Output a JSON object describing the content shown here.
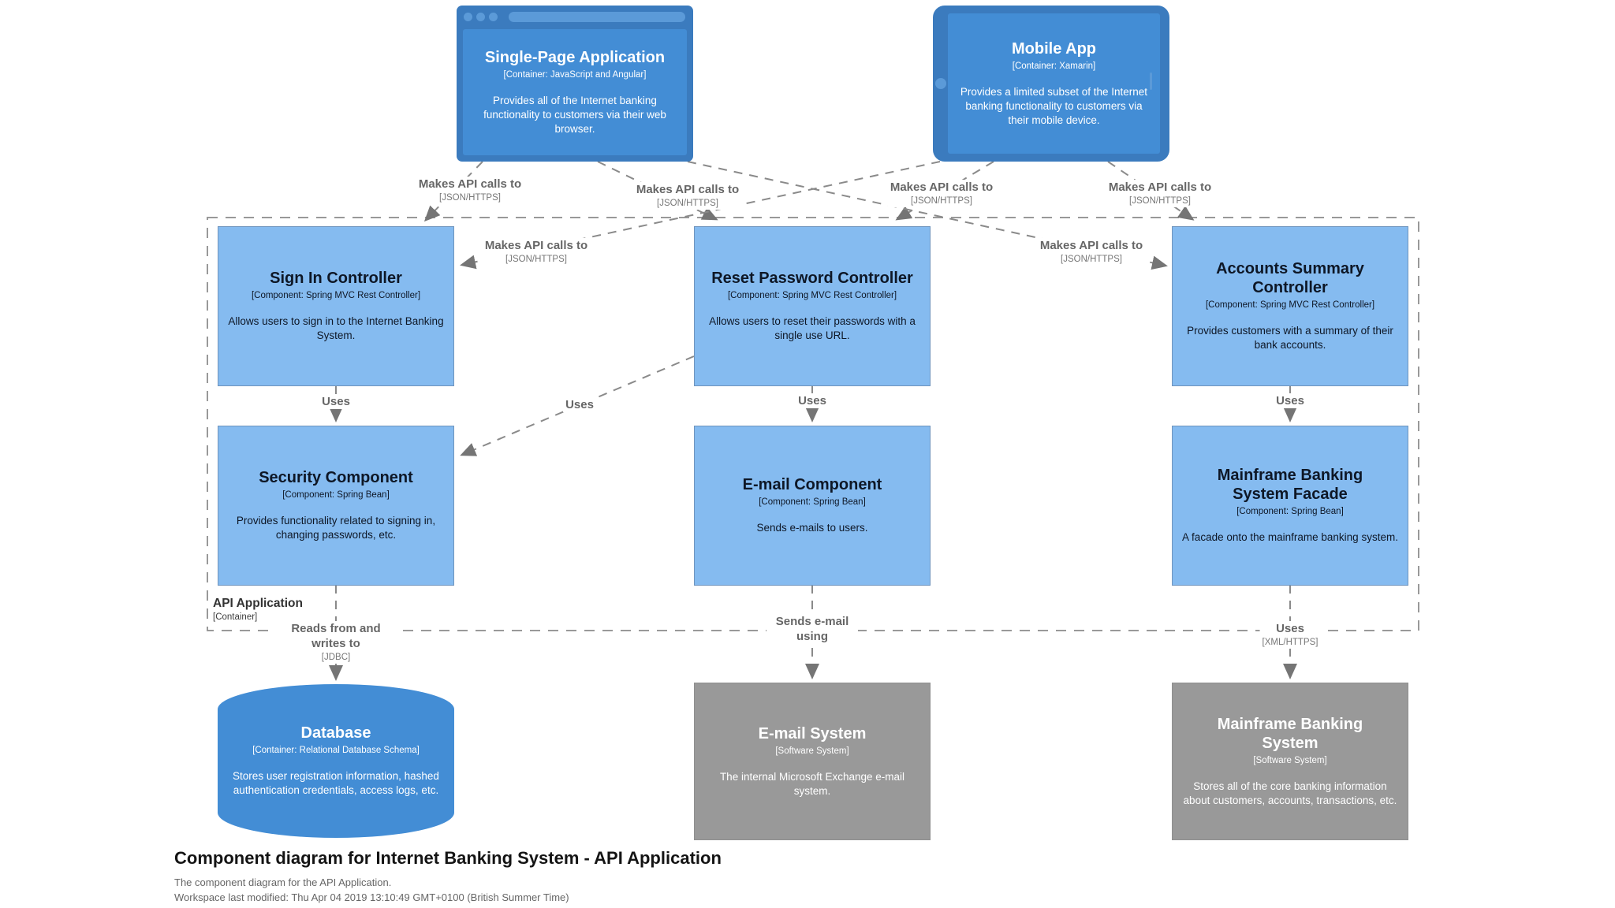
{
  "title_block": {
    "title": "Component diagram for Internet Banking System - API Application",
    "description": "The component diagram for the API Application.",
    "last_modified": "Workspace last modified: Thu Apr 04 2019 13:10:49 GMT+0100 (British Summer Time)"
  },
  "boundary": {
    "name": "API Application",
    "meta": "[Container]"
  },
  "nodes": {
    "spa": {
      "name": "Single-Page Application",
      "meta": "[Container: JavaScript and Angular]",
      "desc": "Provides all of the Internet banking functionality to customers via their web browser."
    },
    "mobile": {
      "name": "Mobile App",
      "meta": "[Container: Xamarin]",
      "desc": "Provides a limited subset of the Internet banking functionality to customers via their mobile device."
    },
    "signin": {
      "name": "Sign In Controller",
      "meta": "[Component: Spring MVC Rest Controller]",
      "desc": "Allows users to sign in to the Internet Banking System."
    },
    "resetpwd": {
      "name": "Reset Password Controller",
      "meta": "[Component: Spring MVC Rest Controller]",
      "desc": "Allows users to reset their passwords with a single use URL."
    },
    "accounts": {
      "name": "Accounts Summary Controller",
      "meta": "[Component: Spring MVC Rest Controller]",
      "desc": "Provides customers with a summary of their bank accounts."
    },
    "security": {
      "name": "Security Component",
      "meta": "[Component: Spring Bean]",
      "desc": "Provides functionality related to signing in, changing passwords, etc."
    },
    "email_component": {
      "name": "E-mail Component",
      "meta": "[Component: Spring Bean]",
      "desc": "Sends e-mails to users."
    },
    "facade": {
      "name": "Mainframe Banking System Facade",
      "meta": "[Component: Spring Bean]",
      "desc": "A facade onto the mainframe banking system."
    },
    "database": {
      "name": "Database",
      "meta": "[Container: Relational Database Schema]",
      "desc": "Stores user registration information, hashed authentication credentials, access logs, etc."
    },
    "email_system": {
      "name": "E-mail System",
      "meta": "[Software System]",
      "desc": "The internal Microsoft Exchange e-mail system."
    },
    "mainframe": {
      "name": "Mainframe Banking System",
      "meta": "[Software System]",
      "desc": "Stores all of the core banking information about customers, accounts, transactions, etc."
    }
  },
  "rels": {
    "spa_signin": {
      "label": "Makes API calls to",
      "tech": "[JSON/HTTPS]"
    },
    "spa_resetpwd": {
      "label": "Makes API calls to",
      "tech": "[JSON/HTTPS]"
    },
    "spa_accounts": {
      "label": "Makes API calls to",
      "tech": "[JSON/HTTPS]"
    },
    "mobile_signin": {
      "label": "Makes API calls to",
      "tech": "[JSON/HTTPS]"
    },
    "mobile_resetpwd": {
      "label": "Makes API calls to",
      "tech": "[JSON/HTTPS]"
    },
    "mobile_accounts": {
      "label": "Makes API calls to",
      "tech": "[JSON/HTTPS]"
    },
    "signin_security": {
      "label": "Uses"
    },
    "resetpwd_security": {
      "label": "Uses"
    },
    "resetpwd_email": {
      "label": "Uses"
    },
    "accounts_facade": {
      "label": "Uses"
    },
    "security_database": {
      "label": "Reads from and writes to",
      "tech": "[JDBC]"
    },
    "email_emailsystem": {
      "label": "Sends e-mail using"
    },
    "facade_mainframe": {
      "label": "Uses",
      "tech": "[XML/HTTPS]"
    }
  },
  "colors": {
    "container_blue": "#438dd5",
    "container_frame": "#3b7bbe",
    "container_accent": "#5b9ad8",
    "component_blue": "#85bbf0",
    "component_border": "#6f94bd",
    "external_gray": "#999999",
    "relationship_gray": "#8a8a8a",
    "arrow_gray": "#757575",
    "label_gray": "#666666",
    "text_light": "#ffffff",
    "text_dark": "#141414"
  }
}
